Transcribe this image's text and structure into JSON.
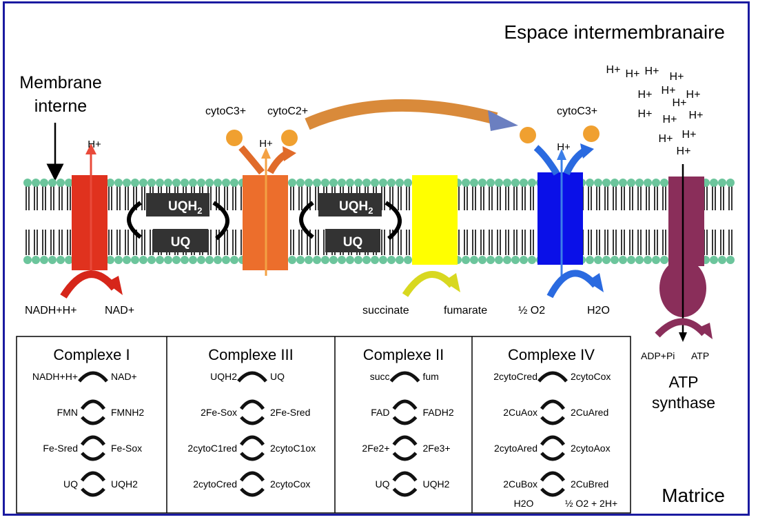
{
  "labels": {
    "inter_space": "Espace intermembranaire",
    "matrix": "Matrice",
    "membrane_line1": "Membrane",
    "membrane_line2": "interne",
    "h_plus": "H+",
    "cyto_c3_left": "cytoC3+",
    "cyto_c2": "cytoC2+",
    "cyto_c3_right": "cytoC3+",
    "uqh2": "UQH",
    "uqh2_sub": "2",
    "uq": "UQ",
    "nadh": "NADH+H+",
    "nad": "NAD+",
    "succinate": "succinate",
    "fumarate": "fumarate",
    "half_o2": "½ O2",
    "h2o": "H2O",
    "adp": "ADP+Pi",
    "atp": "ATP",
    "atp_synthase_line1": "ATP",
    "atp_synthase_line2": "synthase"
  },
  "complexes": [
    {
      "title": "Complexe I",
      "rows": [
        [
          "NADH+H+",
          "NAD+"
        ],
        [
          "FMN",
          "FMNH2"
        ],
        [
          "Fe-Sred",
          "Fe-Sox"
        ],
        [
          "UQ",
          "UQH2"
        ]
      ]
    },
    {
      "title": "Complexe III",
      "rows": [
        [
          "UQH2",
          "UQ"
        ],
        [
          "2Fe-Sox",
          "2Fe-Sred"
        ],
        [
          "2cytoC1red",
          "2cytoC1ox"
        ],
        [
          "2cytoCred",
          "2cytoCox"
        ]
      ]
    },
    {
      "title": "Complexe II",
      "rows": [
        [
          "succ",
          "fum"
        ],
        [
          "FAD",
          "FADH2"
        ],
        [
          "2Fe2+",
          "2Fe3+"
        ],
        [
          "UQ",
          "UQH2"
        ]
      ]
    },
    {
      "title": "Complexe IV",
      "rows": [
        [
          "2cytoCred",
          "2cytoCox"
        ],
        [
          "2CuAox",
          "2CuAred"
        ],
        [
          "2cytoAred",
          "2cytoAox"
        ],
        [
          "2CuBox",
          "2CuBred"
        ]
      ],
      "extra": [
        "H2O",
        "½ O2 + 2H+"
      ]
    }
  ],
  "colors": {
    "complex_i": "#e0321e",
    "complex_iii": "#ec6e2c",
    "complex_ii": "#ffff00",
    "complex_iv": "#0a10e8",
    "atp_synthase": "#8a2e5a",
    "lipid_head": "#6cc59c",
    "cytochrome": "#f0a030"
  }
}
